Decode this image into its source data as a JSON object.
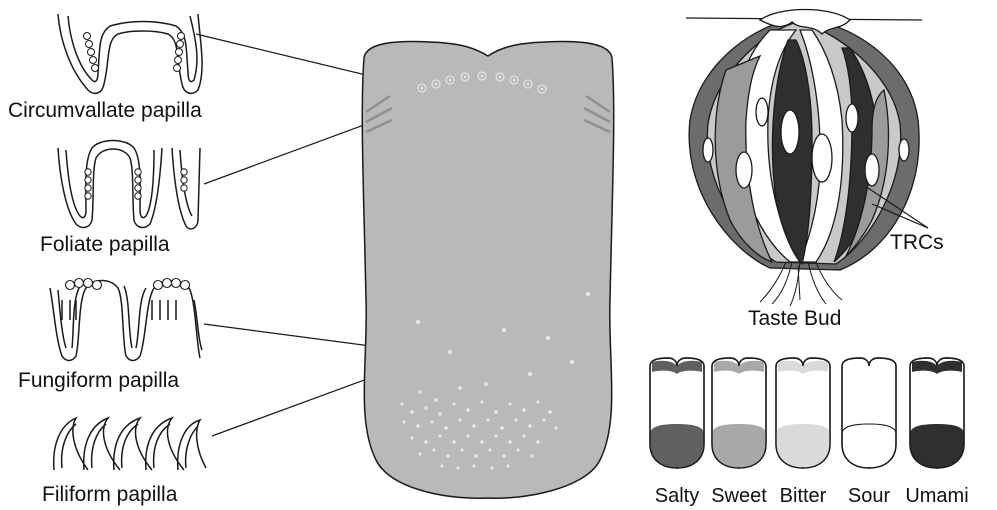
{
  "labels": {
    "circumvallate": "Circumvallate papilla",
    "foliate": "Foliate papilla",
    "fungiform": "Fungiform papilla",
    "filiform": "Filiform papilla",
    "taste_bud": "Taste Bud",
    "trcs": "TRCs"
  },
  "tastes": [
    "Salty",
    "Sweet",
    "Bitter",
    "Sour",
    "Umami"
  ],
  "colors": {
    "tongue_fill": "#b7b9bb",
    "outline": "#1a1a1a",
    "salty": "#5f6062",
    "sweet": "#a7a8aa",
    "bitter": "#d9dadb",
    "sour": "#ffffff",
    "umami": "#2e2f31"
  }
}
